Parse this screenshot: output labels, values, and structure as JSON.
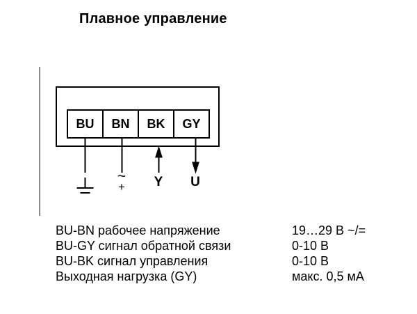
{
  "title": "Плавное управление",
  "diagram": {
    "terminals": [
      "BU",
      "BN",
      "BK",
      "GY"
    ],
    "wire_labels": {
      "tilde": "~",
      "plus": "+",
      "y": "Y",
      "u": "U"
    }
  },
  "specs": [
    {
      "name": "BU-BN рабочее напряжение",
      "value": "19…29 В ~/="
    },
    {
      "name": "BU-GY сигнал обратной связи",
      "value": "0-10 В"
    },
    {
      "name": "BU-BK сигнал управления",
      "value": "0-10 В"
    },
    {
      "name": "Выходная нагрузка (GY)",
      "value": "макс. 0,5 мА"
    }
  ]
}
